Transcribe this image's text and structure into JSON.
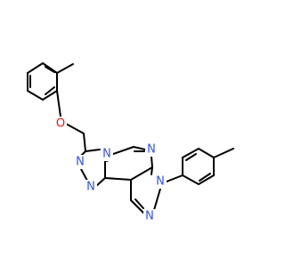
{
  "structure": {
    "atom_labels": [
      {
        "id": "o1",
        "text": "O"
      },
      {
        "id": "n1",
        "text": "N"
      },
      {
        "id": "n2",
        "text": "N"
      },
      {
        "id": "n3",
        "text": "N"
      },
      {
        "id": "n4",
        "text": "N"
      },
      {
        "id": "n5",
        "text": "N"
      },
      {
        "id": "n6",
        "text": "N"
      }
    ]
  },
  "colors": {
    "bond": "#000000",
    "oxygen": "#ff0d0d",
    "nitrogen": "#3050f8",
    "background": "#ffffff"
  }
}
